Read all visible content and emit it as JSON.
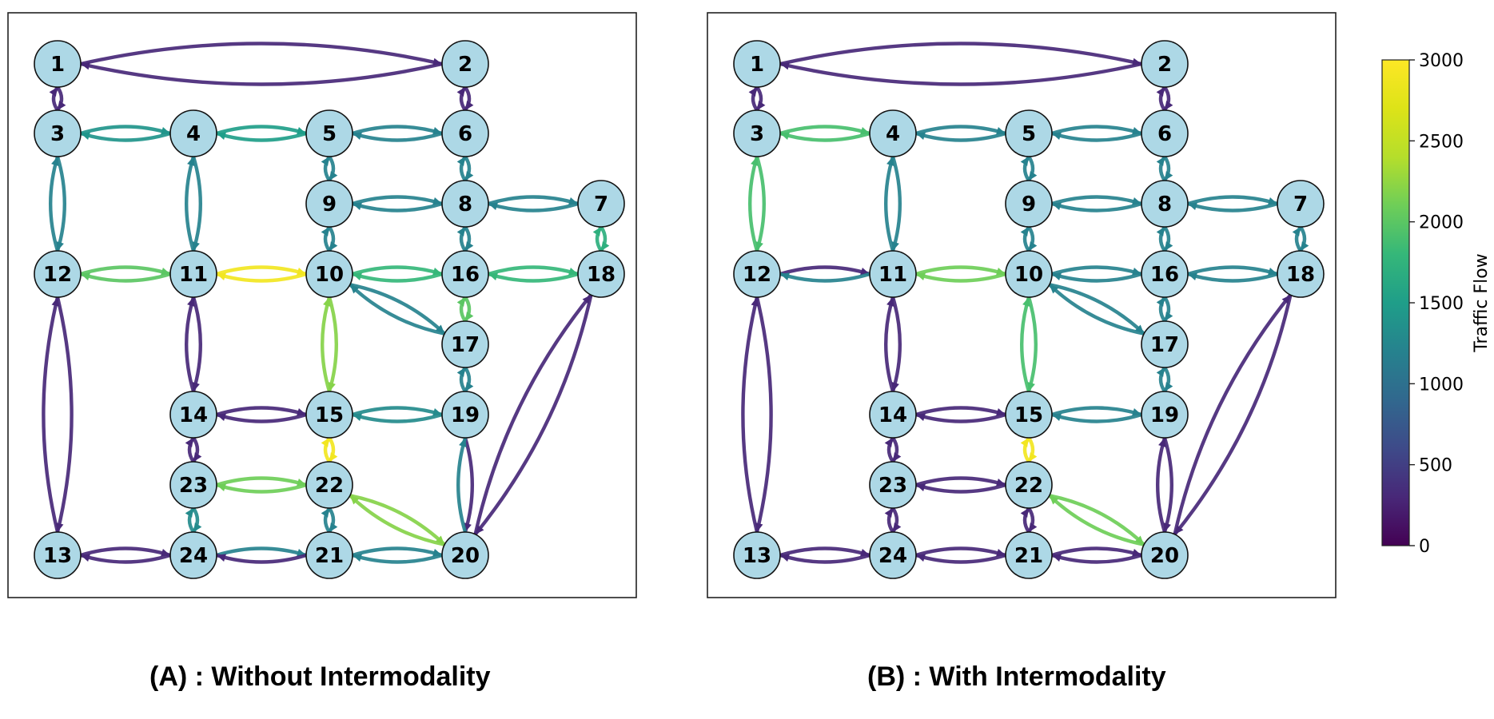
{
  "panels": [
    {
      "caption": "(A) : Without Intermodality",
      "edges": [
        {
          "a": 1,
          "b": 2,
          "ab": 300,
          "ba": 300
        },
        {
          "a": 1,
          "b": 3,
          "ab": 300,
          "ba": 300
        },
        {
          "a": 2,
          "b": 6,
          "ab": 300,
          "ba": 300
        },
        {
          "a": 3,
          "b": 4,
          "ab": 1400,
          "ba": 1400
        },
        {
          "a": 4,
          "b": 5,
          "ab": 1500,
          "ba": 1500
        },
        {
          "a": 5,
          "b": 6,
          "ab": 1200,
          "ba": 1200
        },
        {
          "a": 3,
          "b": 12,
          "ab": 1200,
          "ba": 1200
        },
        {
          "a": 4,
          "b": 11,
          "ab": 1200,
          "ba": 1200
        },
        {
          "a": 5,
          "b": 9,
          "ab": 1200,
          "ba": 1200
        },
        {
          "a": 6,
          "b": 8,
          "ab": 1200,
          "ba": 1200
        },
        {
          "a": 9,
          "b": 8,
          "ab": 1200,
          "ba": 1200
        },
        {
          "a": 8,
          "b": 7,
          "ab": 1200,
          "ba": 1200
        },
        {
          "a": 9,
          "b": 10,
          "ab": 1200,
          "ba": 1200
        },
        {
          "a": 8,
          "b": 16,
          "ab": 1200,
          "ba": 1200
        },
        {
          "a": 7,
          "b": 18,
          "ab": 1700,
          "ba": 1700
        },
        {
          "a": 12,
          "b": 11,
          "ab": 2000,
          "ba": 2000
        },
        {
          "a": 11,
          "b": 10,
          "ab": 2900,
          "ba": 2900
        },
        {
          "a": 10,
          "b": 16,
          "ab": 1800,
          "ba": 1800
        },
        {
          "a": 16,
          "b": 18,
          "ab": 1800,
          "ba": 1800
        },
        {
          "a": 10,
          "b": 17,
          "ab": 1200,
          "ba": 1200
        },
        {
          "a": 16,
          "b": 17,
          "ab": 2000,
          "ba": 2000
        },
        {
          "a": 12,
          "b": 13,
          "ab": 300,
          "ba": 300
        },
        {
          "a": 11,
          "b": 14,
          "ab": 300,
          "ba": 300
        },
        {
          "a": 10,
          "b": 15,
          "ab": 2200,
          "ba": 2200
        },
        {
          "a": 17,
          "b": 19,
          "ab": 1200,
          "ba": 1200
        },
        {
          "a": 18,
          "b": 20,
          "ab": 300,
          "ba": 300
        },
        {
          "a": 14,
          "b": 15,
          "ab": 300,
          "ba": 300
        },
        {
          "a": 15,
          "b": 19,
          "ab": 1300,
          "ba": 1300
        },
        {
          "a": 14,
          "b": 23,
          "ab": 300,
          "ba": 300
        },
        {
          "a": 15,
          "b": 22,
          "ab": 2900,
          "ba": 2900
        },
        {
          "a": 19,
          "b": 20,
          "ab": 300,
          "ba": 1200
        },
        {
          "a": 23,
          "b": 22,
          "ab": 2100,
          "ba": 2100
        },
        {
          "a": 22,
          "b": 20,
          "ab": 2200,
          "ba": 2200
        },
        {
          "a": 23,
          "b": 24,
          "ab": 1300,
          "ba": 1300
        },
        {
          "a": 22,
          "b": 21,
          "ab": 1200,
          "ba": 1200
        },
        {
          "a": 13,
          "b": 24,
          "ab": 300,
          "ba": 300
        },
        {
          "a": 24,
          "b": 21,
          "ab": 1200,
          "ba": 300
        },
        {
          "a": 21,
          "b": 20,
          "ab": 1200,
          "ba": 1200
        }
      ]
    },
    {
      "caption": "(B) : With Intermodality",
      "edges": [
        {
          "a": 1,
          "b": 2,
          "ab": 300,
          "ba": 300
        },
        {
          "a": 1,
          "b": 3,
          "ab": 300,
          "ba": 300
        },
        {
          "a": 2,
          "b": 6,
          "ab": 300,
          "ba": 300
        },
        {
          "a": 3,
          "b": 4,
          "ab": 1900,
          "ba": 1900
        },
        {
          "a": 4,
          "b": 5,
          "ab": 1200,
          "ba": 1200
        },
        {
          "a": 5,
          "b": 6,
          "ab": 1200,
          "ba": 1200
        },
        {
          "a": 3,
          "b": 12,
          "ab": 1900,
          "ba": 1900
        },
        {
          "a": 4,
          "b": 11,
          "ab": 1200,
          "ba": 1200
        },
        {
          "a": 5,
          "b": 9,
          "ab": 1200,
          "ba": 1200
        },
        {
          "a": 6,
          "b": 8,
          "ab": 1200,
          "ba": 1200
        },
        {
          "a": 9,
          "b": 8,
          "ab": 1200,
          "ba": 1200
        },
        {
          "a": 8,
          "b": 7,
          "ab": 1200,
          "ba": 1200
        },
        {
          "a": 9,
          "b": 10,
          "ab": 1200,
          "ba": 1200
        },
        {
          "a": 8,
          "b": 16,
          "ab": 1200,
          "ba": 1200
        },
        {
          "a": 7,
          "b": 18,
          "ab": 1200,
          "ba": 1200
        },
        {
          "a": 12,
          "b": 11,
          "ab": 300,
          "ba": 1200
        },
        {
          "a": 11,
          "b": 10,
          "ab": 2100,
          "ba": 2100
        },
        {
          "a": 10,
          "b": 16,
          "ab": 1200,
          "ba": 1200
        },
        {
          "a": 16,
          "b": 18,
          "ab": 1200,
          "ba": 1200
        },
        {
          "a": 10,
          "b": 17,
          "ab": 1200,
          "ba": 1200
        },
        {
          "a": 16,
          "b": 17,
          "ab": 1200,
          "ba": 1200
        },
        {
          "a": 12,
          "b": 13,
          "ab": 300,
          "ba": 300
        },
        {
          "a": 11,
          "b": 14,
          "ab": 300,
          "ba": 300
        },
        {
          "a": 10,
          "b": 15,
          "ab": 1900,
          "ba": 1900
        },
        {
          "a": 17,
          "b": 19,
          "ab": 1200,
          "ba": 1200
        },
        {
          "a": 18,
          "b": 20,
          "ab": 300,
          "ba": 300
        },
        {
          "a": 14,
          "b": 15,
          "ab": 300,
          "ba": 300
        },
        {
          "a": 15,
          "b": 19,
          "ab": 1200,
          "ba": 1200
        },
        {
          "a": 14,
          "b": 23,
          "ab": 300,
          "ba": 300
        },
        {
          "a": 15,
          "b": 22,
          "ab": 2900,
          "ba": 2900
        },
        {
          "a": 19,
          "b": 20,
          "ab": 300,
          "ba": 300
        },
        {
          "a": 23,
          "b": 22,
          "ab": 300,
          "ba": 300
        },
        {
          "a": 22,
          "b": 20,
          "ab": 2100,
          "ba": 2100
        },
        {
          "a": 23,
          "b": 24,
          "ab": 300,
          "ba": 300
        },
        {
          "a": 22,
          "b": 21,
          "ab": 300,
          "ba": 300
        },
        {
          "a": 13,
          "b": 24,
          "ab": 300,
          "ba": 300
        },
        {
          "a": 24,
          "b": 21,
          "ab": 300,
          "ba": 300
        },
        {
          "a": 21,
          "b": 20,
          "ab": 300,
          "ba": 300
        }
      ]
    }
  ],
  "nodes": [
    "1",
    "2",
    "3",
    "4",
    "5",
    "6",
    "7",
    "8",
    "9",
    "10",
    "11",
    "12",
    "13",
    "14",
    "15",
    "16",
    "17",
    "18",
    "19",
    "20",
    "21",
    "22",
    "23",
    "24"
  ],
  "colorbar": {
    "label": "Traffic Flow",
    "ticks": [
      "0",
      "500",
      "1000",
      "1500",
      "2000",
      "2500",
      "3000"
    ],
    "min": 0,
    "max": 3000,
    "colormap": "viridis"
  },
  "colors": {
    "node_fill": "#add8e6",
    "node_stroke": "#111111"
  }
}
